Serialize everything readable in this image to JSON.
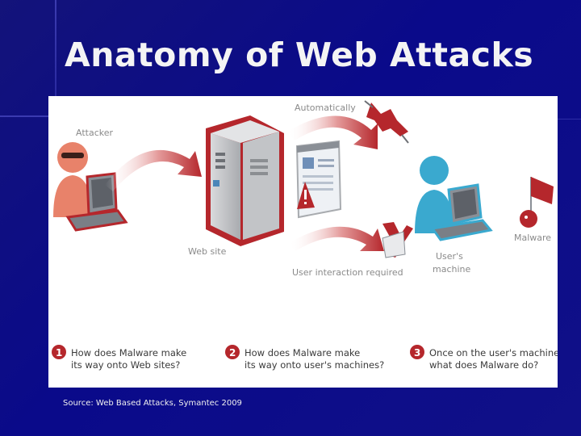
{
  "slide": {
    "title": "Anatomy of Web Attacks",
    "source": "Source: Web Based Attacks, Symantec 2009"
  },
  "diagram": {
    "labels": {
      "attacker": "Attacker",
      "automatically": "Automatically",
      "web_site": "Web site",
      "user_interaction": "User interaction required",
      "users_machine_line1": "User's",
      "users_machine_line2": "machine",
      "malware": "Malware"
    },
    "questions": [
      {
        "number": "1",
        "line1": "How does Malware make",
        "line2": "its way onto Web sites?"
      },
      {
        "number": "2",
        "line1": "How does Malware make",
        "line2": "its way onto user's machines?"
      },
      {
        "number": "3",
        "line1": "Once on the user's machines",
        "line2": "what does Malware do?"
      }
    ],
    "colors": {
      "accent_red": "#b5272c",
      "attacker_skin": "#e8826a",
      "user_blue": "#3aa9cf",
      "laptop_gray": "#8a8f96"
    },
    "icons": [
      "attacker-icon",
      "laptop-icon",
      "server-icon",
      "browser-window-icon",
      "warning-icon",
      "bug-icon",
      "user-icon",
      "malware-flag-icon"
    ]
  }
}
